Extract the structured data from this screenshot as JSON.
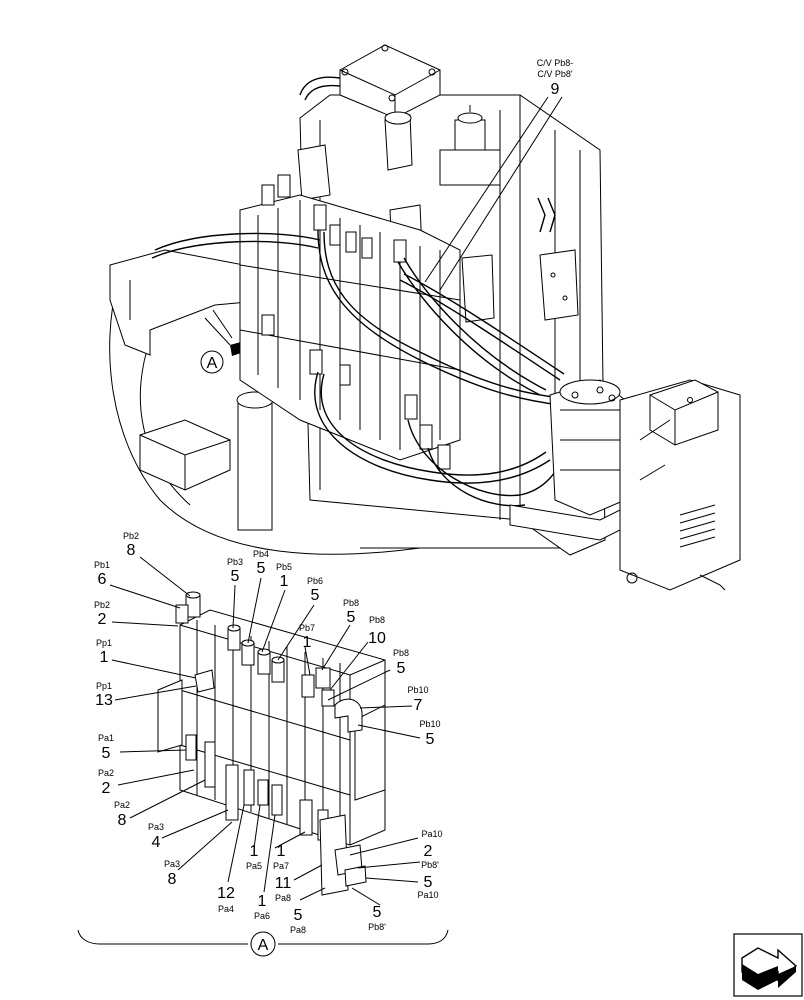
{
  "view_label": "A",
  "top_callout": {
    "label": "C/V Pb8-",
    "label2": "C/V Pb8'",
    "number": "9"
  },
  "callouts": [
    {
      "id": "c1",
      "port": "Pb2",
      "number": "8"
    },
    {
      "id": "c2",
      "port": "Pb1",
      "number": "6"
    },
    {
      "id": "c3",
      "port": "Pb2",
      "number": "2"
    },
    {
      "id": "c4",
      "port": "Pp1",
      "number": "1"
    },
    {
      "id": "c5",
      "port": "Pp1",
      "number": "13"
    },
    {
      "id": "c6",
      "port": "Pb3",
      "number": "5"
    },
    {
      "id": "c7",
      "port": "Pb4",
      "number": "5"
    },
    {
      "id": "c8",
      "port": "Pb5",
      "number": "1"
    },
    {
      "id": "c9",
      "port": "Pb6",
      "number": "5"
    },
    {
      "id": "c10",
      "port": "Pb7",
      "number": "1"
    },
    {
      "id": "c11",
      "port": "Pb8",
      "number": "5"
    },
    {
      "id": "c12",
      "port": "Pb8",
      "number": "10"
    },
    {
      "id": "c13",
      "port": "Pb8",
      "number": "5"
    },
    {
      "id": "c14",
      "port": "Pb10",
      "number": "7"
    },
    {
      "id": "c15",
      "port": "Pb10",
      "number": "5"
    },
    {
      "id": "c16",
      "port": "Pa1",
      "number": "5"
    },
    {
      "id": "c17",
      "port": "Pa2",
      "number": "2"
    },
    {
      "id": "c18",
      "port": "Pa2",
      "number": "8"
    },
    {
      "id": "c19",
      "port": "Pa3",
      "number": "4"
    },
    {
      "id": "c20",
      "port": "Pa3",
      "number": "8"
    },
    {
      "id": "c21",
      "port": "Pa4",
      "number": "12"
    },
    {
      "id": "c22",
      "port": "Pa5",
      "number": "1"
    },
    {
      "id": "c23",
      "port": "Pa6",
      "number": "1"
    },
    {
      "id": "c24",
      "port": "Pa7",
      "number": "1"
    },
    {
      "id": "c25",
      "port": "Pa8",
      "number": "11"
    },
    {
      "id": "c26",
      "port": "Pa8",
      "number": "5"
    },
    {
      "id": "c27",
      "port": "Pb8'",
      "number": "5"
    },
    {
      "id": "c28",
      "port": "Pa10",
      "number": "2"
    },
    {
      "id": "c29",
      "port": "Pb8'",
      "number": "5"
    },
    {
      "id": "c30",
      "port": "Pa10",
      "number": "5"
    }
  ]
}
